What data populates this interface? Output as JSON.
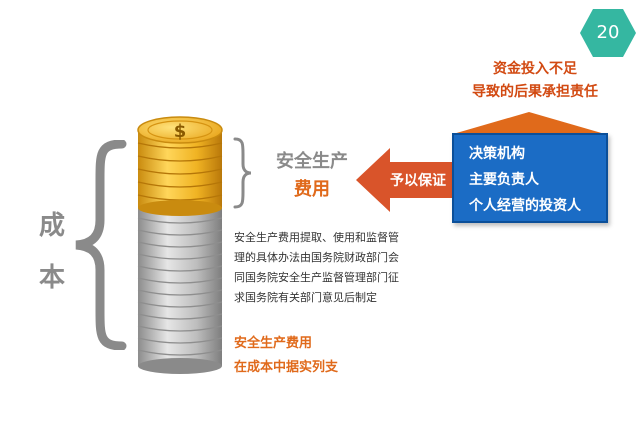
{
  "page_number": "20",
  "cost_label": {
    "char1": "成",
    "char2": "本"
  },
  "fee_title": {
    "line1": "安全生产",
    "line2": "费用"
  },
  "guarantee_arrow_label": "予以保证",
  "funding_note": {
    "line1": "资金投入不足",
    "line2": "导致的后果承担责任"
  },
  "responsible_parties": [
    "决策机构",
    "主要负责人",
    "个人经营的投资人"
  ],
  "rule_text": [
    "安全生产费用提取、使用和监督管",
    "理的具体办法由国务院财政部门会",
    "同国务院安全生产监督管理部门征",
    "求国务院有关部门意见后制定"
  ],
  "cost_source": {
    "line1": "安全生产费用",
    "line2": "在成本中据实列支"
  },
  "coin_symbol": "$",
  "colors": {
    "badge": "#35b7a1",
    "orange_text": "#e06a1b",
    "red_text": "#d24a12",
    "arrow": "#d9542a",
    "box": "#1b6cc5",
    "gold": "#f0b323",
    "silver": "#b8b8b8",
    "brace": "#8a8a8a"
  },
  "icons": [
    "coin-stack-icon",
    "dollar-sign-icon",
    "curly-brace-icon",
    "left-arrow-icon",
    "up-arrow-icon"
  ]
}
